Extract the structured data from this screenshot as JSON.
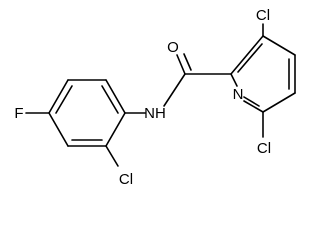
{
  "molecule": {
    "atom_labels": {
      "carbonyl_oxygen": "O",
      "chlorine_top": "Cl",
      "amide_nitrogen": "NH",
      "pyridine_nitrogen": "N",
      "chlorine_pyridine_bottom": "Cl",
      "fluorine": "F",
      "chlorine_phenyl_bottom": "Cl"
    },
    "colors": {
      "bond": "#000000",
      "label": "#000000",
      "background": "#ffffff"
    }
  }
}
